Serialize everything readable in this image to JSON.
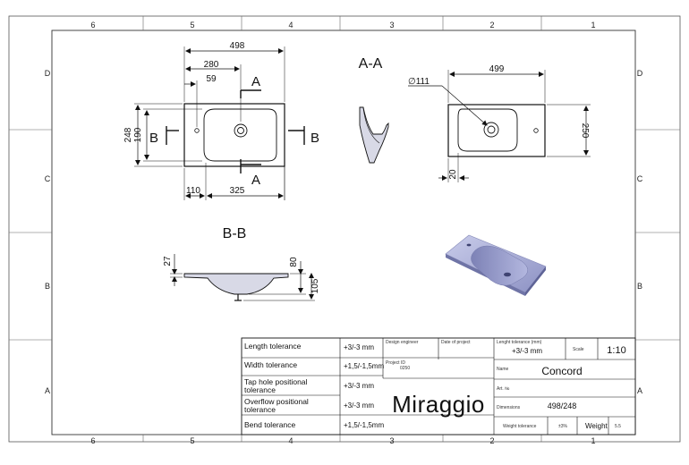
{
  "zones": {
    "columns": [
      "6",
      "5",
      "4",
      "3",
      "2",
      "1"
    ],
    "rows": [
      "D",
      "C",
      "B",
      "A"
    ]
  },
  "views": {
    "top": {
      "dims": {
        "overall_width": "498",
        "d280": "280",
        "d59": "59",
        "d248": "248",
        "d190": "190",
        "d110": "110",
        "d325": "325"
      },
      "cut_a_top": "A",
      "cut_a_bottom": "A",
      "cut_b_left": "B",
      "cut_b_right": "B"
    },
    "section_aa": {
      "title": "A-A"
    },
    "section_bb": {
      "title": "B-B",
      "dims": {
        "d27": "27",
        "d80": "80",
        "d105": "105"
      }
    },
    "back": {
      "dims": {
        "width": "499",
        "diameter": "∅111",
        "height": "250",
        "d20": "20"
      }
    }
  },
  "title_block": {
    "tolerances": [
      {
        "label": "Length tolerance",
        "value": "+3/-3 mm"
      },
      {
        "label": "Width tolerance",
        "value": "+1,5/-1,5mm"
      },
      {
        "label_line1": "Tap hole positional",
        "label_line2": "tolerance",
        "value": "+3/-3 mm"
      },
      {
        "label_line1": "Overflow positional",
        "label_line2": "tolerance",
        "value": "+3/-3 mm"
      },
      {
        "label": "Bend tolerance",
        "value": "+1,5/-1,5mm"
      }
    ],
    "design_engineer": "Design engineer",
    "date_of_project": "Date of project",
    "project_id_label": "Project ID",
    "project_id": "0250",
    "brand": "Miraggio",
    "length_tol_mm_label": "Lenght tolerance (mm)",
    "length_tol_mm_value": "+3/-3 mm",
    "scale_label": "Scale",
    "scale_value": "1:10",
    "name_label": "Name",
    "name_value": "Concord",
    "art_label": "Art. №",
    "dimensions_label": "Dimensions",
    "dimensions_value": "498/248",
    "weight_tolerance_label": "Weight tolerance",
    "weight_tolerance_value": "±3%",
    "weight_label": "Weight",
    "weight_value": "5.5"
  }
}
